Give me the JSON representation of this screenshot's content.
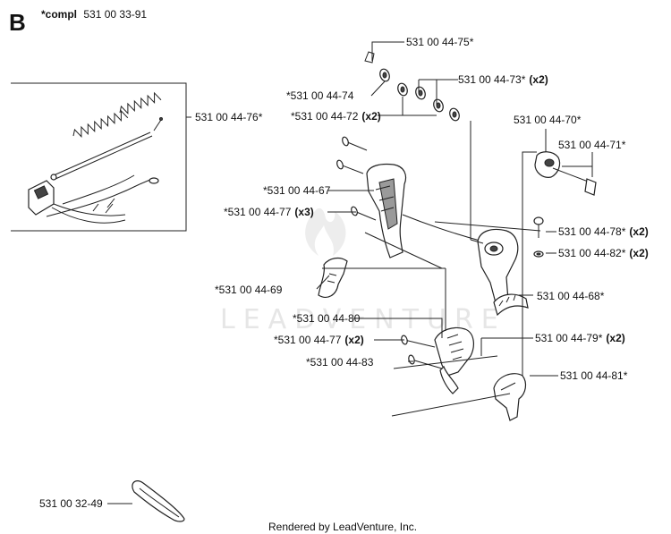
{
  "section_letter": "B",
  "kit": {
    "prefix": "*compl",
    "number": "531 00 33-91"
  },
  "watermark": "LEADVENTURE",
  "footer": "Rendered by LeadVenture, Inc.",
  "labels": [
    {
      "id": "p-44-75",
      "text": "531 00 44-75*",
      "qty": ""
    },
    {
      "id": "p-44-73",
      "text": "531 00 44-73*",
      "qty": "(x2)"
    },
    {
      "id": "p-44-74",
      "text": "*531 00 44-74",
      "qty": ""
    },
    {
      "id": "p-44-72",
      "text": "*531 00 44-72",
      "qty": "(x2)"
    },
    {
      "id": "p-44-76",
      "text": "531 00 44-76*",
      "qty": ""
    },
    {
      "id": "p-44-70",
      "text": "531 00 44-70*",
      "qty": ""
    },
    {
      "id": "p-44-71",
      "text": "531 00 44-71*",
      "qty": ""
    },
    {
      "id": "p-44-67",
      "text": "*531 00 44-67",
      "qty": ""
    },
    {
      "id": "p-44-77a",
      "text": "*531 00 44-77",
      "qty": "(x3)"
    },
    {
      "id": "p-44-78",
      "text": "531 00 44-78*",
      "qty": "(x2)"
    },
    {
      "id": "p-44-82",
      "text": "531 00 44-82*",
      "qty": "(x2)"
    },
    {
      "id": "p-44-69",
      "text": "*531 00 44-69",
      "qty": ""
    },
    {
      "id": "p-44-68",
      "text": "531 00 44-68*",
      "qty": ""
    },
    {
      "id": "p-44-80",
      "text": "*531 00 44-80",
      "qty": ""
    },
    {
      "id": "p-44-77b",
      "text": "*531 00 44-77",
      "qty": "(x2)"
    },
    {
      "id": "p-44-79",
      "text": "531 00 44-79*",
      "qty": "(x2)"
    },
    {
      "id": "p-44-83",
      "text": "*531 00 44-83",
      "qty": ""
    },
    {
      "id": "p-44-81",
      "text": "531 00 44-81*",
      "qty": ""
    },
    {
      "id": "p-32-49",
      "text": "531 00 32-49",
      "qty": ""
    }
  ]
}
